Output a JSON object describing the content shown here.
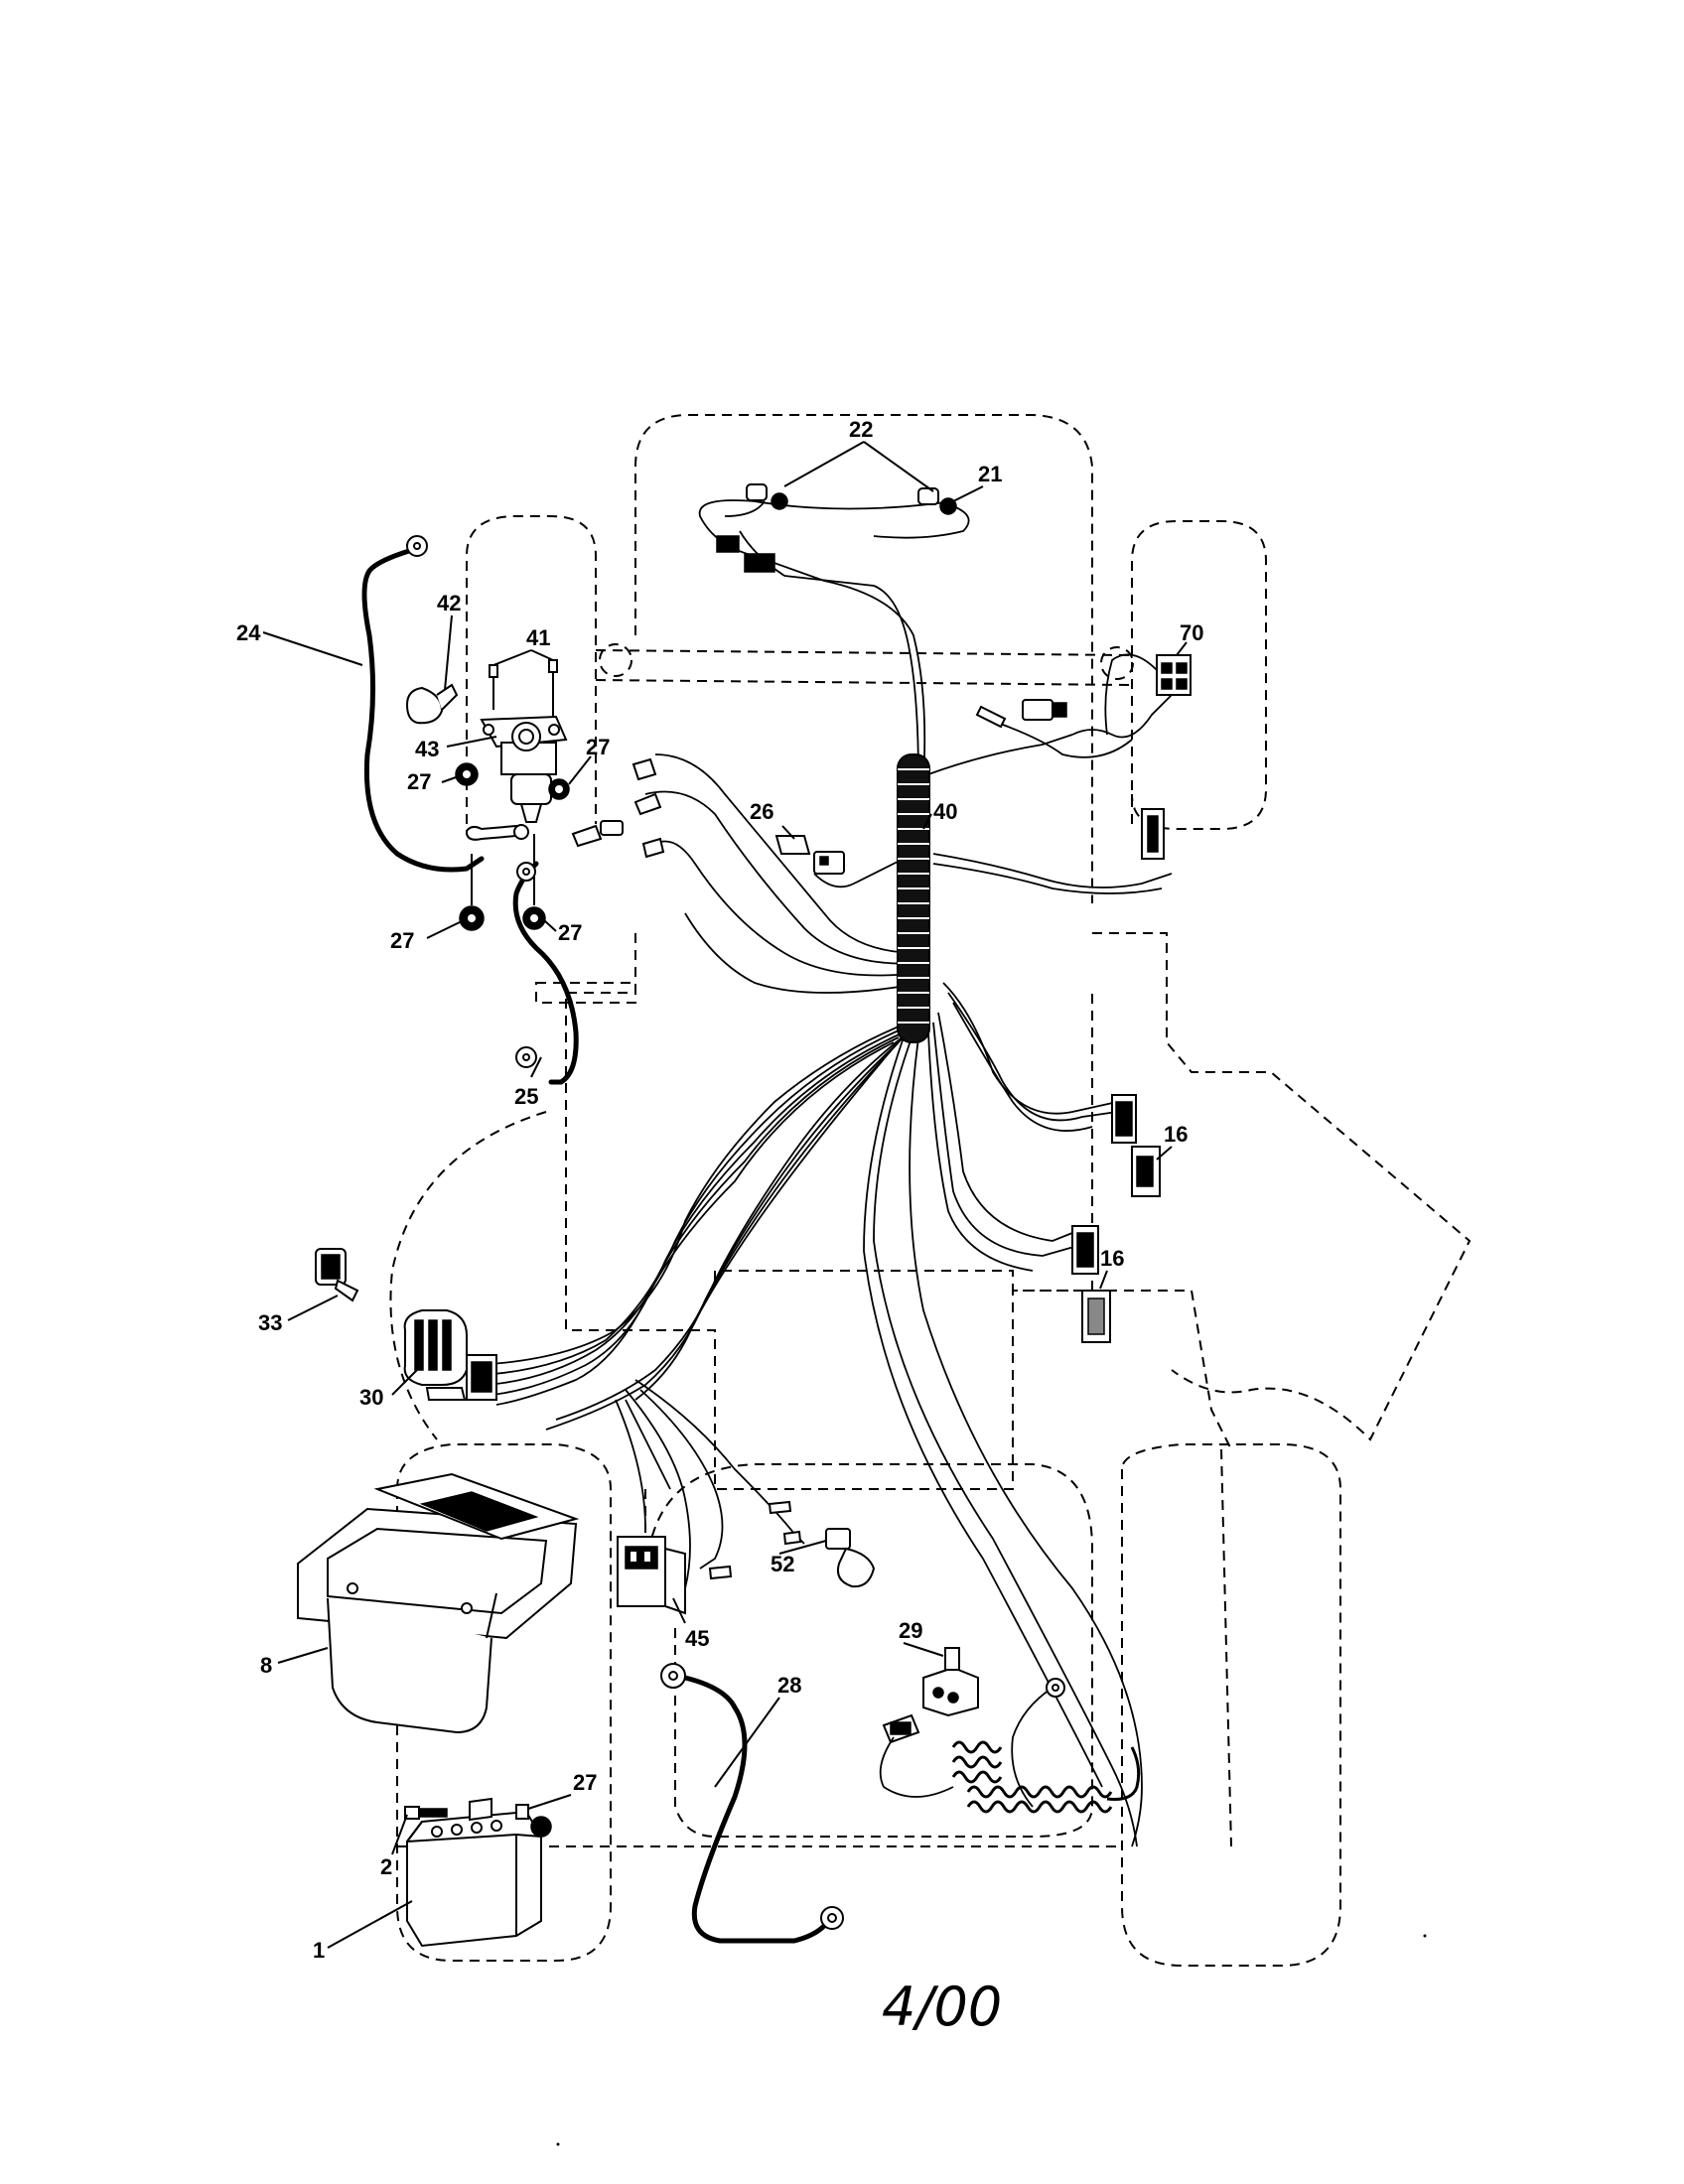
{
  "callouts": {
    "c1": "1",
    "c2": "2",
    "c8": "8",
    "c16a": "16",
    "c16b": "16",
    "c21": "21",
    "c22": "22",
    "c24": "24",
    "c25": "25",
    "c26": "26",
    "c27a": "27",
    "c27b": "27",
    "c27c": "27",
    "c27d": "27",
    "c27e": "27",
    "c28": "28",
    "c29": "29",
    "c30": "30",
    "c33": "33",
    "c40": "40",
    "c41": "41",
    "c42": "42",
    "c43": "43",
    "c45": "45",
    "c52": "52",
    "c70": "70"
  },
  "date_mark": "4/00"
}
